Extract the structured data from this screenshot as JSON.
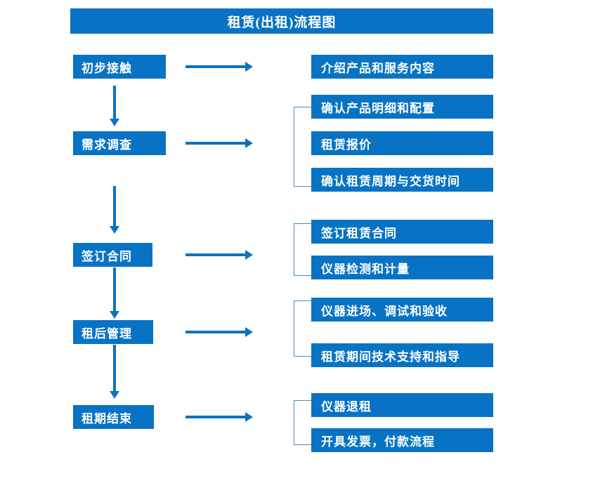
{
  "diagram": {
    "title": "租赁(出租)流程图",
    "accent_color": "#0873C4",
    "arrow_color": "#0B72C0",
    "bracket_color": "#4A89B8",
    "text_color": "#FFFFFF",
    "background": "#FFFFFF",
    "type": "flowchart",
    "stages": [
      {
        "id": "stage-1",
        "label": "初步接触",
        "details": [
          "介绍产品和服务内容"
        ],
        "has_bracket": false,
        "has_arrow_to_details": true,
        "arrow_to_next": true
      },
      {
        "id": "stage-2",
        "label": "需求调查",
        "details": [
          "确认产品明细和配置",
          "租赁报价",
          "确认租赁周期与交货时间"
        ],
        "has_bracket": true,
        "has_arrow_to_details": true,
        "arrow_to_next": true
      },
      {
        "id": "stage-3",
        "label": "签订合同",
        "details": [
          "签订租赁合同",
          "仪器检测和计量"
        ],
        "has_bracket": true,
        "has_arrow_to_details": true,
        "arrow_to_next": true
      },
      {
        "id": "stage-4",
        "label": "租后管理",
        "details": [
          "仪器进场、调试和验收",
          "租赁期间技术支持和指导"
        ],
        "has_bracket": true,
        "has_arrow_to_details": true,
        "arrow_to_next": true
      },
      {
        "id": "stage-5",
        "label": "租期结束",
        "details": [
          "仪器退租",
          "开具发票，付款流程"
        ],
        "has_bracket": true,
        "has_arrow_to_details": true,
        "arrow_to_next": false
      }
    ]
  }
}
